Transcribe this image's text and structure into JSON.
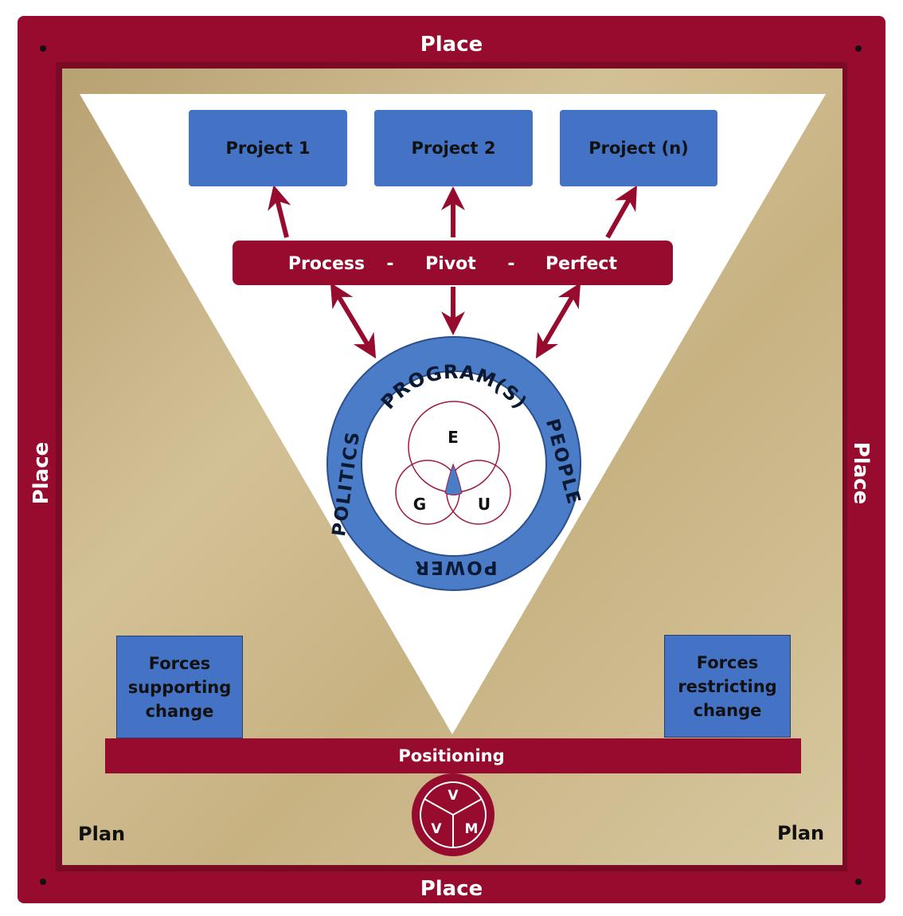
{
  "colors": {
    "frame": "#970c2e",
    "sand": "#c9b588",
    "triangle": "#ffffff",
    "box_blue": "#4472c4",
    "ring_blue": "#4a7cc8",
    "arrow": "#970c2e"
  },
  "frame": {
    "top": "Place",
    "bottom": "Place",
    "left": "Place",
    "right": "Place"
  },
  "projects": [
    "Project 1",
    "Project 2",
    "Project (n)"
  ],
  "process_bar": {
    "items": [
      "Process",
      "-",
      "Pivot",
      "-",
      "Perfect"
    ]
  },
  "ring": {
    "top": "PROGRAM(S)",
    "right": "PEOPLE",
    "bottom": "POWER",
    "left": "POLITICS"
  },
  "venn": {
    "top": "E",
    "left": "G",
    "right": "U"
  },
  "forces": {
    "supporting": [
      "Forces",
      "supporting",
      "change"
    ],
    "restricting": [
      "Forces",
      "restricting",
      "change"
    ]
  },
  "positioning": "Positioning",
  "vvm": {
    "top": "V",
    "left": "V",
    "right": "M"
  },
  "plan": {
    "left": "Plan",
    "right": "Plan"
  }
}
